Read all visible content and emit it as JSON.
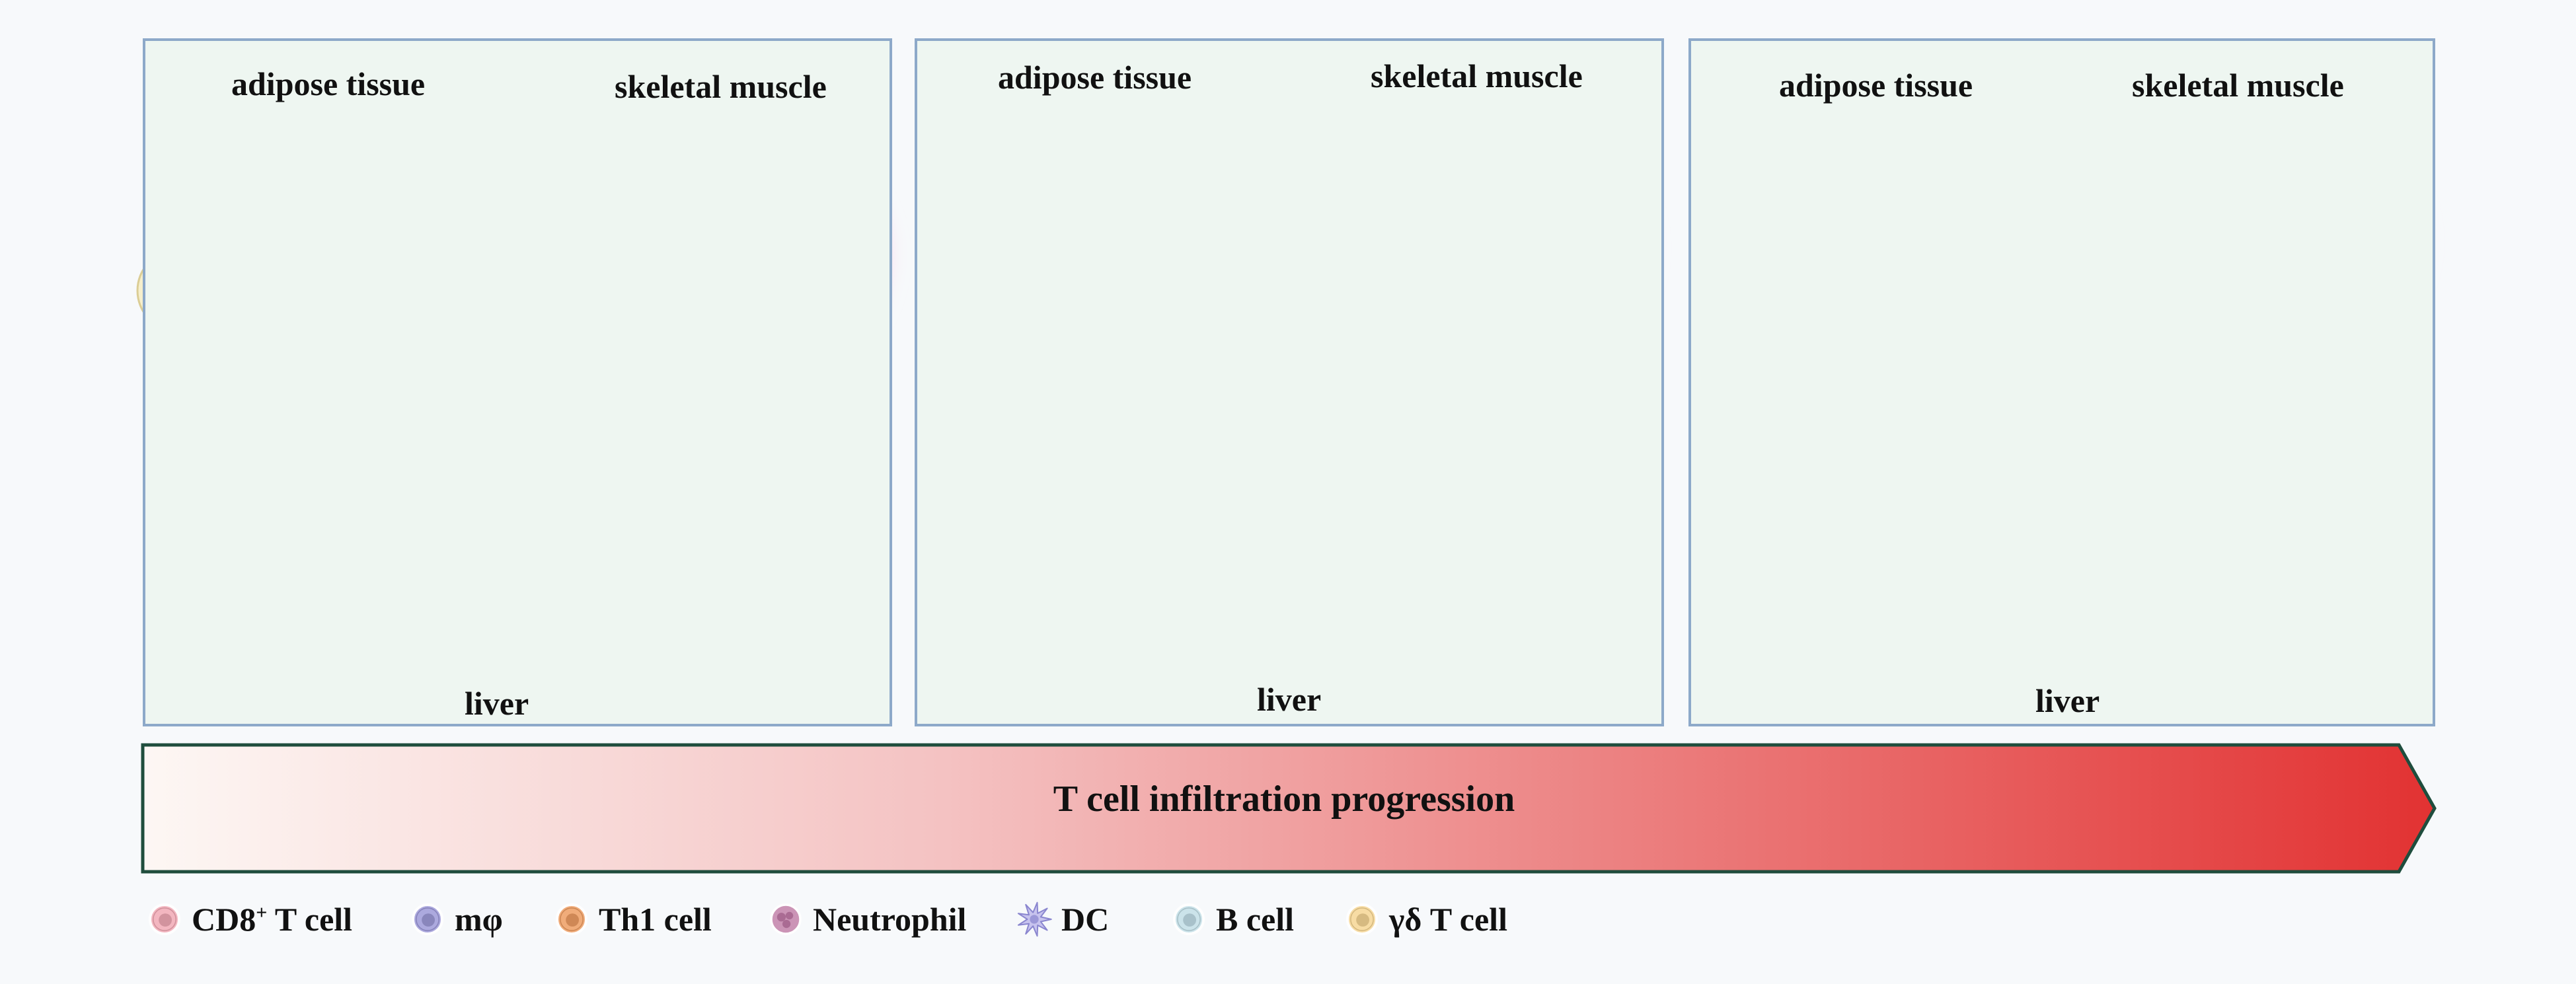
{
  "panels": [
    {
      "labels": {
        "adipose": "adipose tissue",
        "muscle": "skeletal muscle",
        "liver": "liver"
      },
      "stage": 0
    },
    {
      "labels": {
        "adipose": "adipose tissue",
        "muscle": "skeletal muscle",
        "liver": "liver"
      },
      "stage": 1
    },
    {
      "labels": {
        "adipose": "adipose tissue",
        "muscle": "skeletal muscle",
        "liver": "liver"
      },
      "stage": 2
    }
  ],
  "arrow": {
    "label": "T cell infiltration progression",
    "gradient_start": "#fdf7f4",
    "gradient_end": "#e23232",
    "border_color": "#1f4d3d"
  },
  "legend": [
    {
      "key": "cd8",
      "label_main": "CD8",
      "label_sup": "+",
      "label_rest": " T cell",
      "color": "#f3b3bd",
      "icon": "round-cell-icon"
    },
    {
      "key": "mphi",
      "label_main": "mφ",
      "label_sup": "",
      "label_rest": "",
      "color": "#a9a5dd",
      "icon": "round-cell-icon"
    },
    {
      "key": "th1",
      "label_main": "Th1 cell",
      "label_sup": "",
      "label_rest": "",
      "color": "#f0a874",
      "icon": "round-cell-icon"
    },
    {
      "key": "neutrophil",
      "label_main": "Neutrophil",
      "label_sup": "",
      "label_rest": "",
      "color": "#c98fb3",
      "icon": "lobed-cell-icon"
    },
    {
      "key": "dc",
      "label_main": "DC",
      "label_sup": "",
      "label_rest": "",
      "color": "#c7c3ee",
      "icon": "dendritic-cell-icon"
    },
    {
      "key": "bcell",
      "label_main": "B cell",
      "label_sup": "",
      "label_rest": "",
      "color": "#c9e2ea",
      "icon": "round-cell-icon"
    },
    {
      "key": "gd",
      "label_main": "γδ",
      "label_sup": "",
      "label_rest": " T cell",
      "color": "#f7dba0",
      "icon": "round-cell-icon"
    }
  ],
  "colors": {
    "panel_bg": "#eef6f1",
    "panel_border": "#8da9c9",
    "adipocyte_fill": "#f7e3a4",
    "adipocyte_stroke": "#caa54f",
    "muscle_halo": "#f9d9ee",
    "muscle_fiber": "#d9739f",
    "muscle_line": "#8c3a64",
    "liver_fill": "#f4e1c5",
    "liver_stroke": "#8a7a62",
    "inflammation": "#f0454a",
    "adipose_inflammation": "#f7a16a"
  }
}
